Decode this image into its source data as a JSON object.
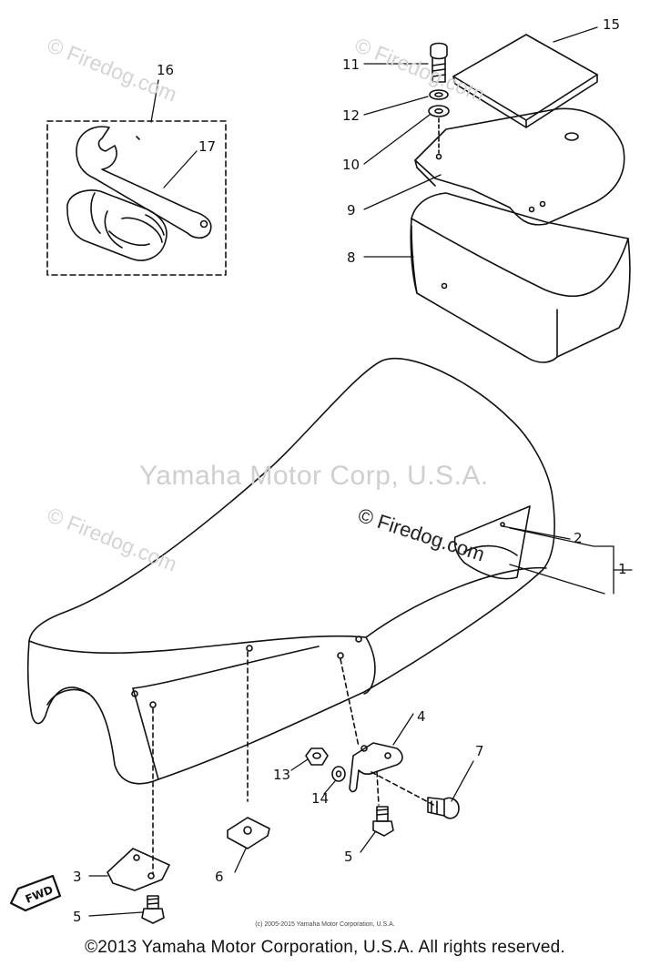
{
  "watermarks": {
    "main": "Yamaha Motor Corp, U.S.A.",
    "firedog": "© Firedog.com",
    "firedog_dark": "© Firedog.com"
  },
  "parts": [
    {
      "id": "p1",
      "label": "1"
    },
    {
      "id": "p2",
      "label": "2"
    },
    {
      "id": "p3",
      "label": "3"
    },
    {
      "id": "p4",
      "label": "4"
    },
    {
      "id": "p5a",
      "label": "5"
    },
    {
      "id": "p5b",
      "label": "5"
    },
    {
      "id": "p6",
      "label": "6"
    },
    {
      "id": "p7",
      "label": "7"
    },
    {
      "id": "p8",
      "label": "8"
    },
    {
      "id": "p9",
      "label": "9"
    },
    {
      "id": "p10",
      "label": "10"
    },
    {
      "id": "p11",
      "label": "11"
    },
    {
      "id": "p12",
      "label": "12"
    },
    {
      "id": "p13",
      "label": "13"
    },
    {
      "id": "p14",
      "label": "14"
    },
    {
      "id": "p15",
      "label": "15"
    },
    {
      "id": "p16",
      "label": "16"
    },
    {
      "id": "p17",
      "label": "17"
    }
  ],
  "fwd_label": "FWD",
  "small_copyright": "(c) 2005-2015 Yamaha Motor Corporation, U.S.A.",
  "footer": "©2013 Yamaha Motor Corporation, U.S.A. All rights reserved."
}
